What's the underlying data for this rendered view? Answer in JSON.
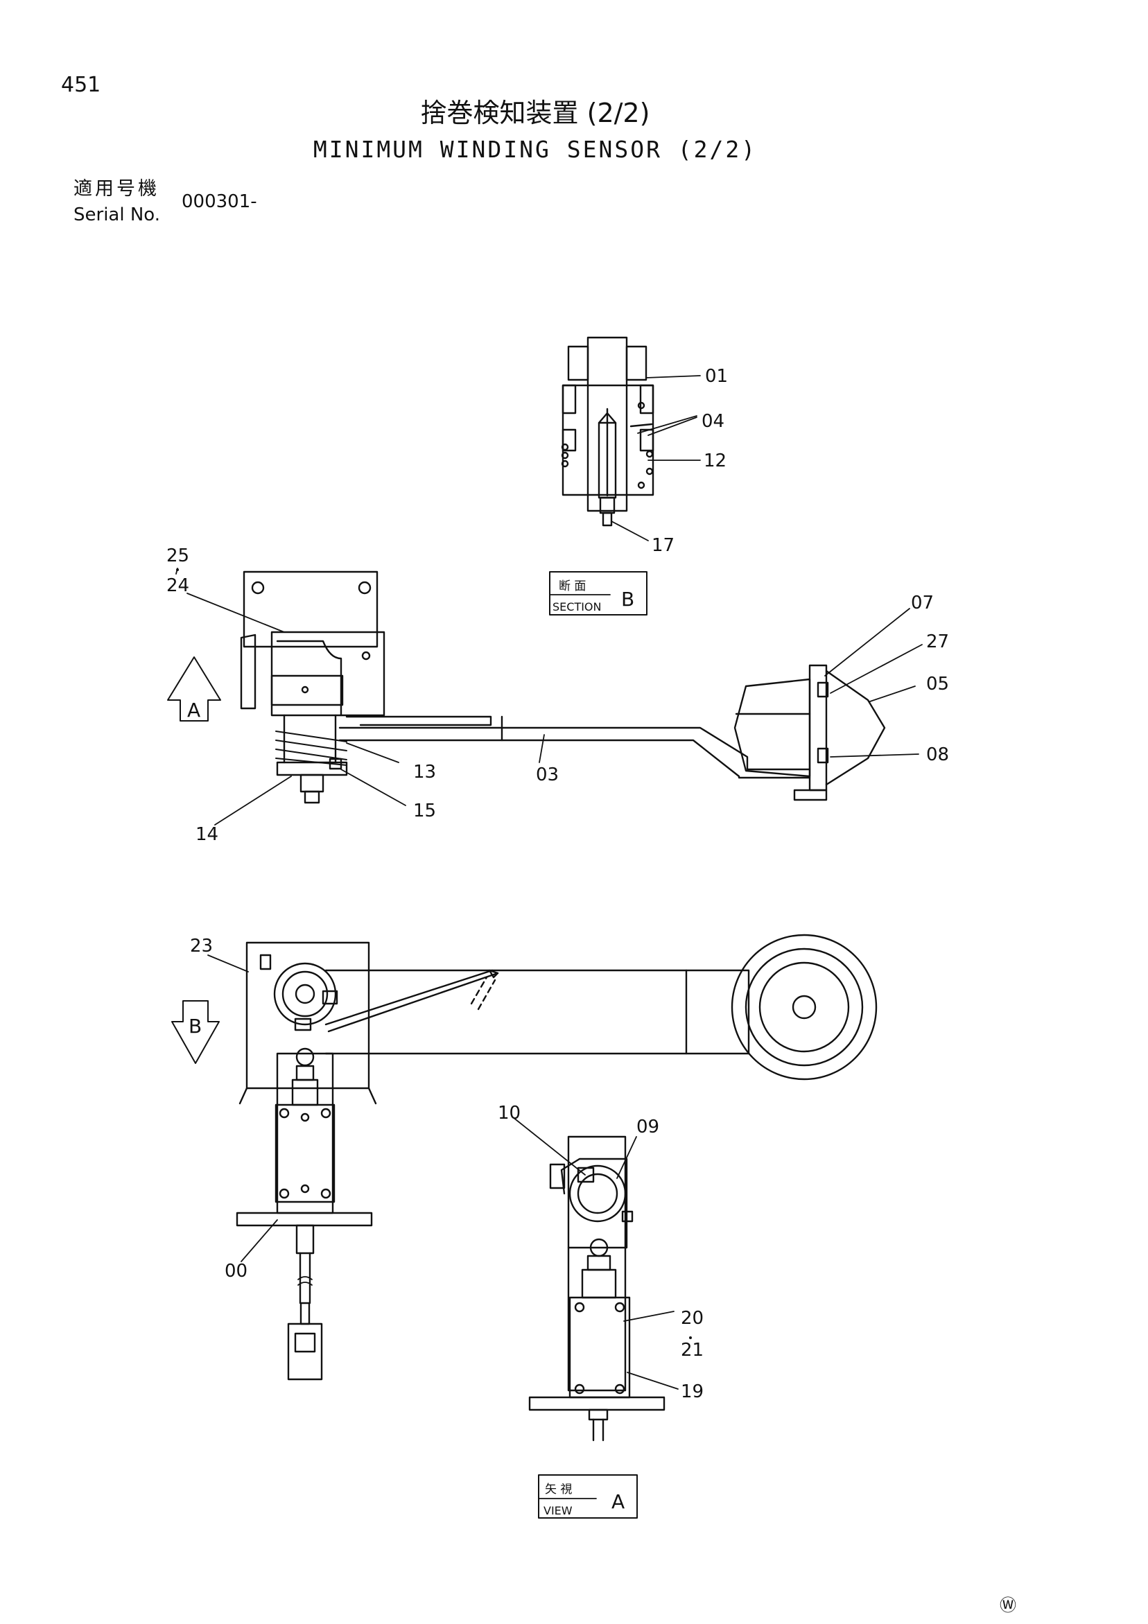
{
  "header": {
    "page_number": "451",
    "title_jp": "捨巻検知装置 (2/2)",
    "title_en": "MINIMUM WINDING SENSOR (2/2)",
    "serial_label_jp": "適用号機",
    "serial_label_en": "Serial No.",
    "serial_value": "000301-"
  },
  "views": {
    "section_b": {
      "label_jp": "断 面",
      "label_en": "SECTION",
      "letter": "B"
    },
    "view_a": {
      "label_jp": "矢 視",
      "label_en": "VIEW",
      "letter": "A"
    },
    "arrow_a": "A",
    "arrow_b": "B"
  },
  "callouts": [
    "01",
    "04",
    "12",
    "17",
    "25",
    "24",
    "07",
    "27",
    "05",
    "08",
    "13",
    "03",
    "15",
    "14",
    "23",
    "10",
    "09",
    "00",
    "20",
    "21",
    "19"
  ],
  "footer": {
    "mark": "Ⓦ"
  }
}
